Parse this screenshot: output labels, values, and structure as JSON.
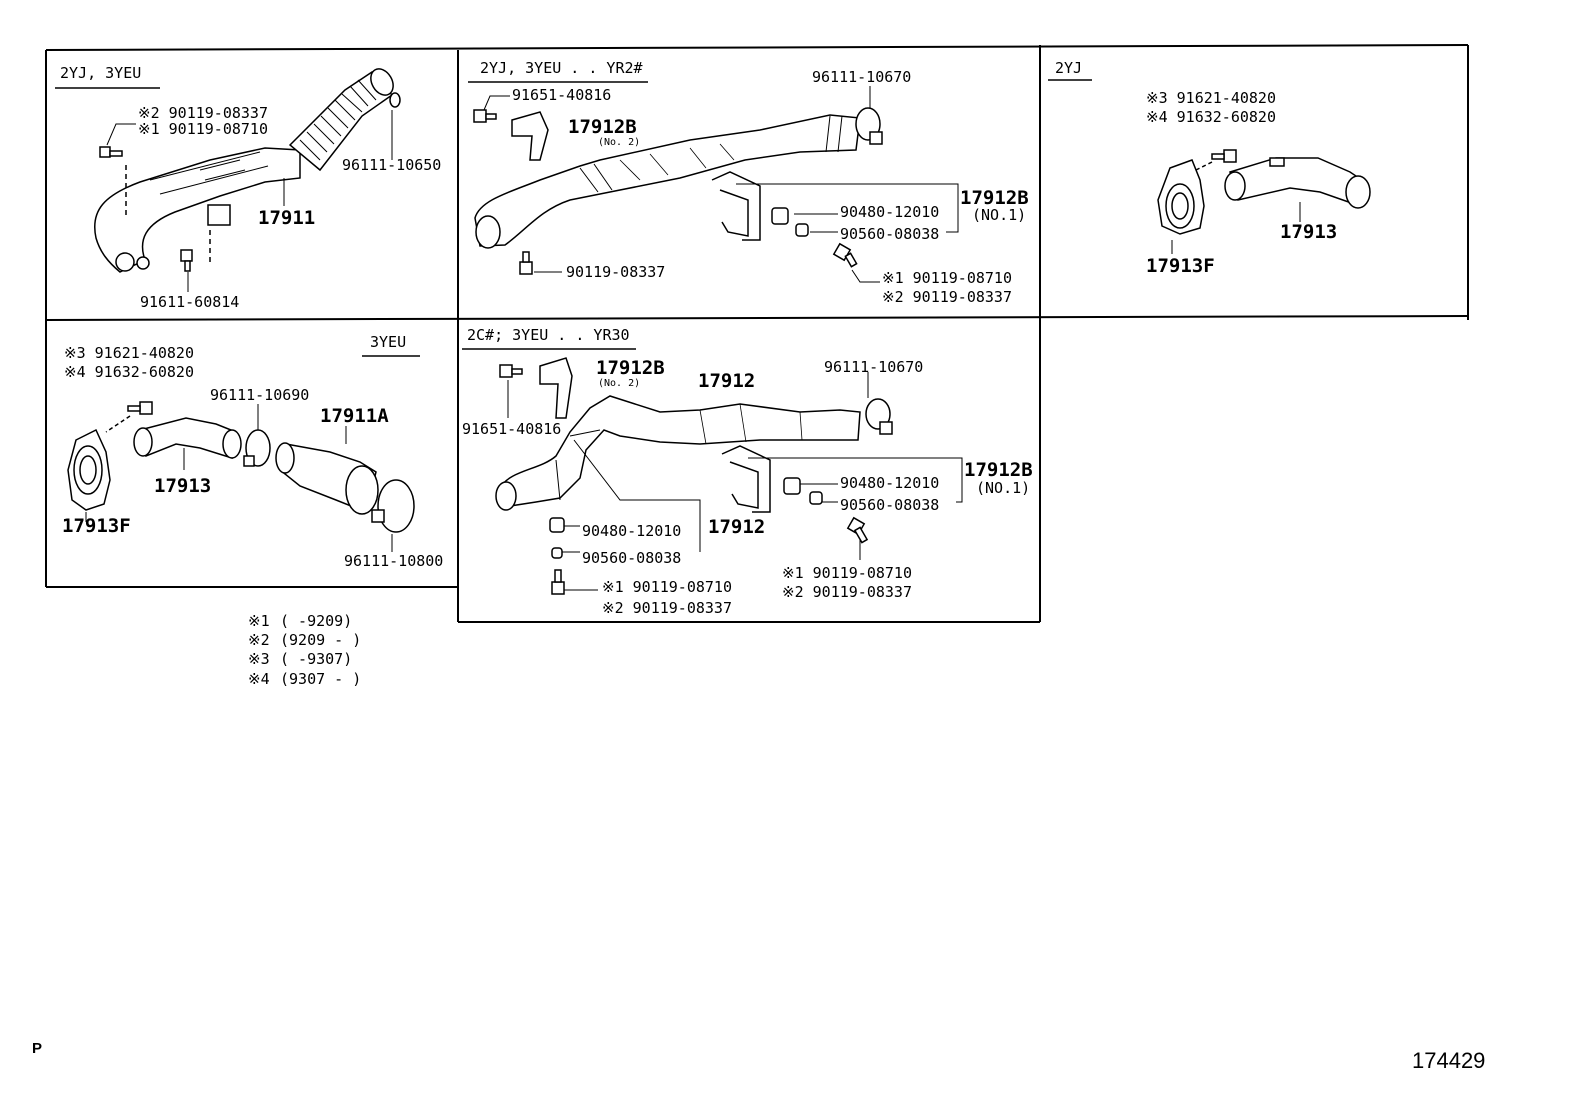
{
  "panels": {
    "p1": {
      "header": "2YJ, 3YEU"
    },
    "p2": {
      "header": "2YJ, 3YEU . . YR2#"
    },
    "p3": {
      "header": "2YJ"
    },
    "p4": {
      "header": "3YEU"
    },
    "p5": {
      "header": "2C#; 3YEU . . YR30"
    }
  },
  "labels": {
    "p1_a": "※2 90119-08337",
    "p1_b": "※1 90119-08710",
    "p1_c": "96111-10650",
    "p1_d": "17911",
    "p1_e": "91611-60814",
    "p2_a": "91651-40816",
    "p2_b": "17912B",
    "p2_b2": "(No. 2)",
    "p2_c": "96111-10670",
    "p2_d": "90480-12010",
    "p2_e": "17912B",
    "p2_e2": "(NO.1)",
    "p2_f": "90560-08038",
    "p2_g": "90119-08337",
    "p2_h": "※1 90119-08710",
    "p2_i": "※2 90119-08337",
    "p3_a": "※3 91621-40820",
    "p3_b": "※4 91632-60820",
    "p3_c": "17913",
    "p3_d": "17913F",
    "p4_a": "※3 91621-40820",
    "p4_b": "※4 91632-60820",
    "p4_c": "96111-10690",
    "p4_d": "17911A",
    "p4_e": "17913",
    "p4_f": "17913F",
    "p4_g": "96111-10800",
    "p5_a": "17912B",
    "p5_a2": "(No. 2)",
    "p5_b": "17912",
    "p5_c": "96111-10670",
    "p5_d": "91651-40816",
    "p5_e": "17912B",
    "p5_e2": "(NO.1)",
    "p5_f": "90480-12010",
    "p5_g": "90560-08038",
    "p5_h": "90480-12010",
    "p5_i": "17912",
    "p5_j": "90560-08038",
    "p5_k": "※1 90119-08710",
    "p5_l": "※2 90119-08337",
    "p5_m": "※1 90119-08710",
    "p5_n": "※2 90119-08337"
  },
  "legend": [
    {
      "mark": "※1",
      "range": "(      -9209)"
    },
    {
      "mark": "※2",
      "range": "(9209 -      )"
    },
    {
      "mark": "※3",
      "range": "(      -9307)"
    },
    {
      "mark": "※4",
      "range": "(9307 -      )"
    }
  ],
  "footer": {
    "left": "P",
    "right": "174429"
  }
}
